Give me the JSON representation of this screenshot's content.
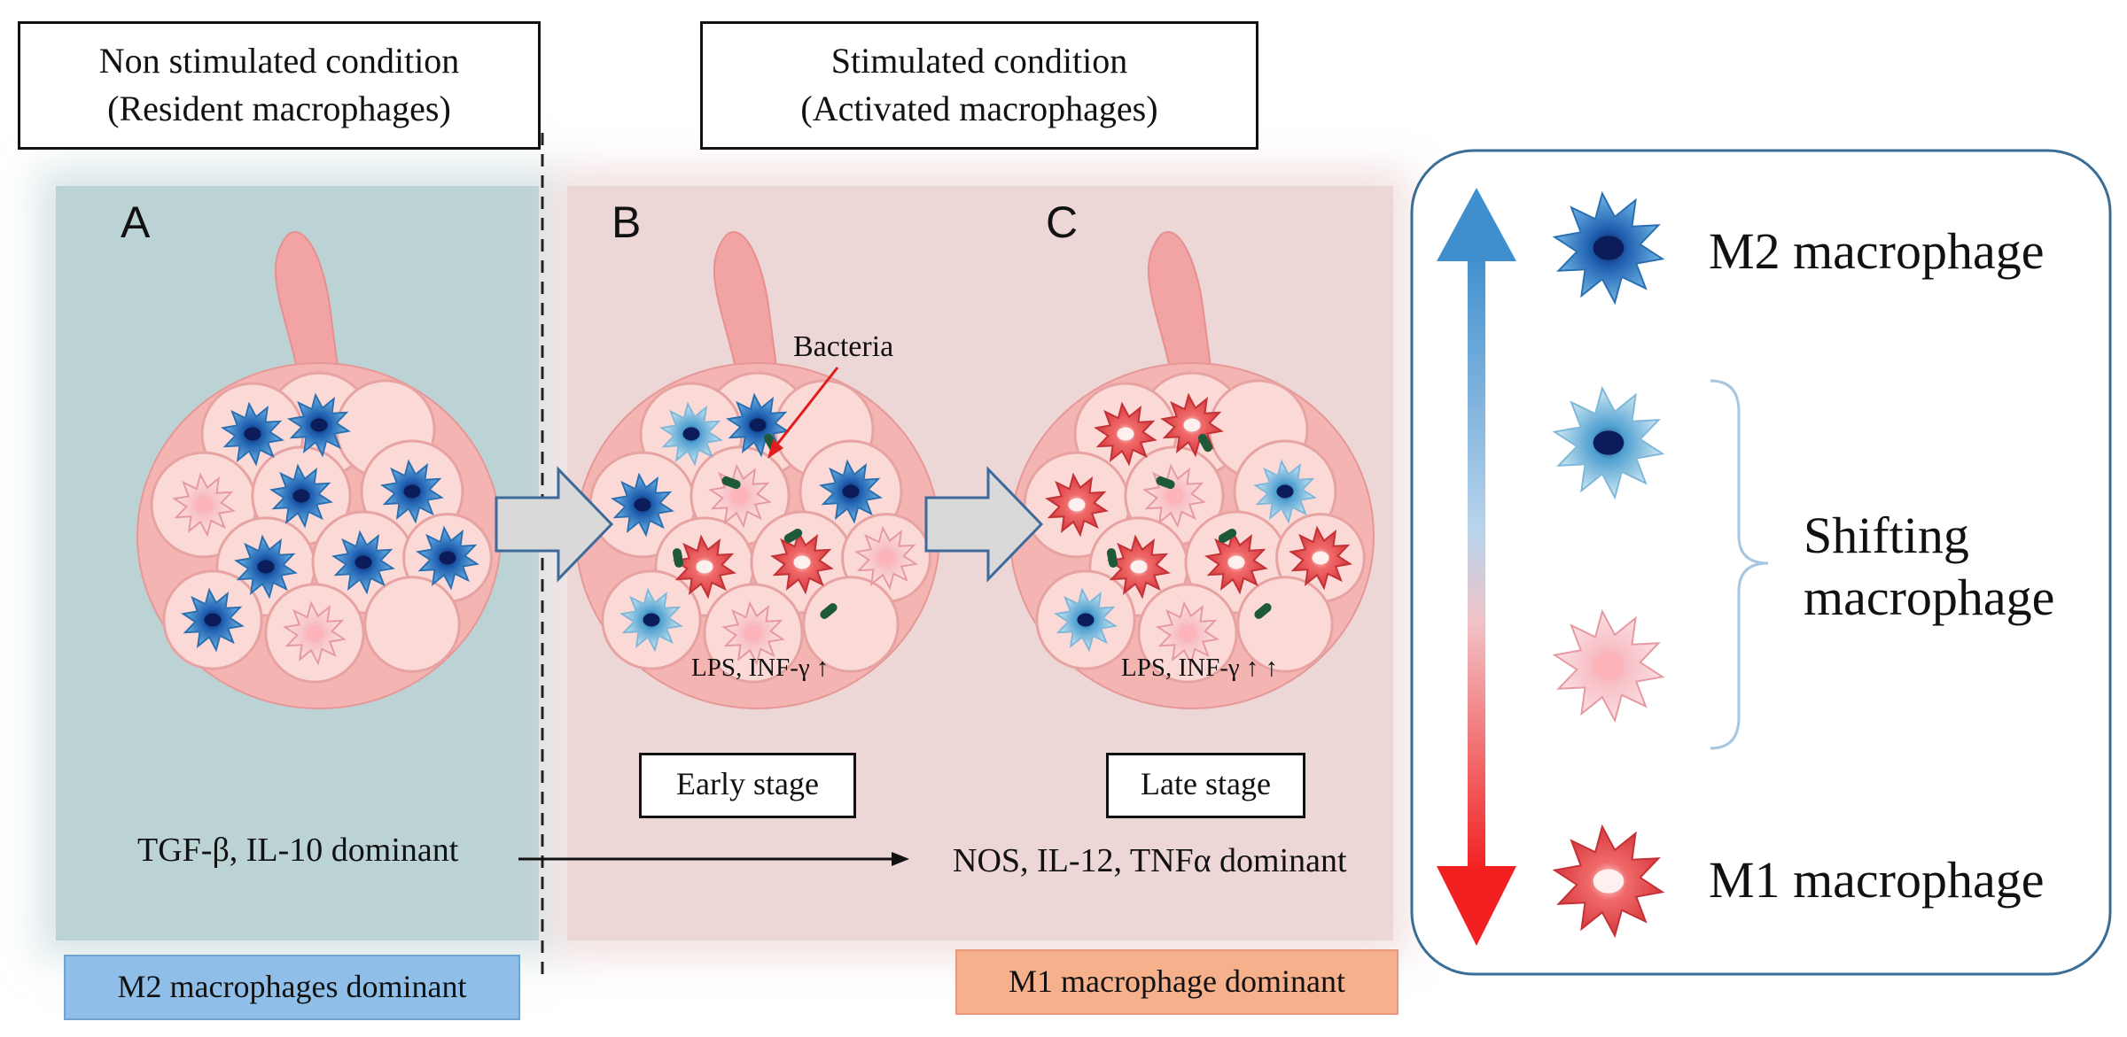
{
  "headers": {
    "left": [
      "Non stimulated condition",
      "(Resident macrophages)"
    ],
    "right": [
      "Stimulated condition",
      "(Activated macrophages)"
    ]
  },
  "panels": {
    "a": "A",
    "b": "B",
    "c": "C"
  },
  "labels": {
    "bacteria": "Bacteria",
    "lps_early": "LPS, INF-γ ↑",
    "lps_late": "LPS, INF-γ ↑ ↑",
    "early_stage": "Early stage",
    "late_stage": "Late stage",
    "m2_cytokines": "TGF-β, IL-10 dominant",
    "m1_cytokines": "NOS, IL-12, TNFα dominant",
    "m2_dominant": "M2 macrophages dominant",
    "m1_dominant": "M1 macrophage dominant"
  },
  "legend": {
    "m2": "M2 macrophage",
    "shifting": [
      "Shifting",
      "macrophage"
    ],
    "m1": "M1 macrophage"
  },
  "colors": {
    "panel_a_bg": "#bcd3d6",
    "panel_bc_bg": "#ecd6d6",
    "m2": "#3a90d0",
    "m1": "#e0484c",
    "shift_m2": "#9ccfe4",
    "shift_m1": "#f3aab2",
    "m2_tag": "#8fbfe8",
    "m1_tag": "#f7b08c",
    "tissue": "#f2a4a4"
  },
  "cells": {
    "a": [
      "m2",
      "m2",
      "m1s",
      "m2",
      "m2",
      "m2",
      "m2",
      "m2",
      "m2",
      "m1s"
    ],
    "b": [
      "m2s",
      "m2",
      "m2",
      "m1s",
      "m2",
      "m1",
      "m1",
      "m1s",
      "m2s",
      "m1s"
    ],
    "c": [
      "m1",
      "m1",
      "m1",
      "m1s",
      "m2s",
      "m1",
      "m1",
      "m1",
      "m2s",
      "m1s"
    ]
  }
}
